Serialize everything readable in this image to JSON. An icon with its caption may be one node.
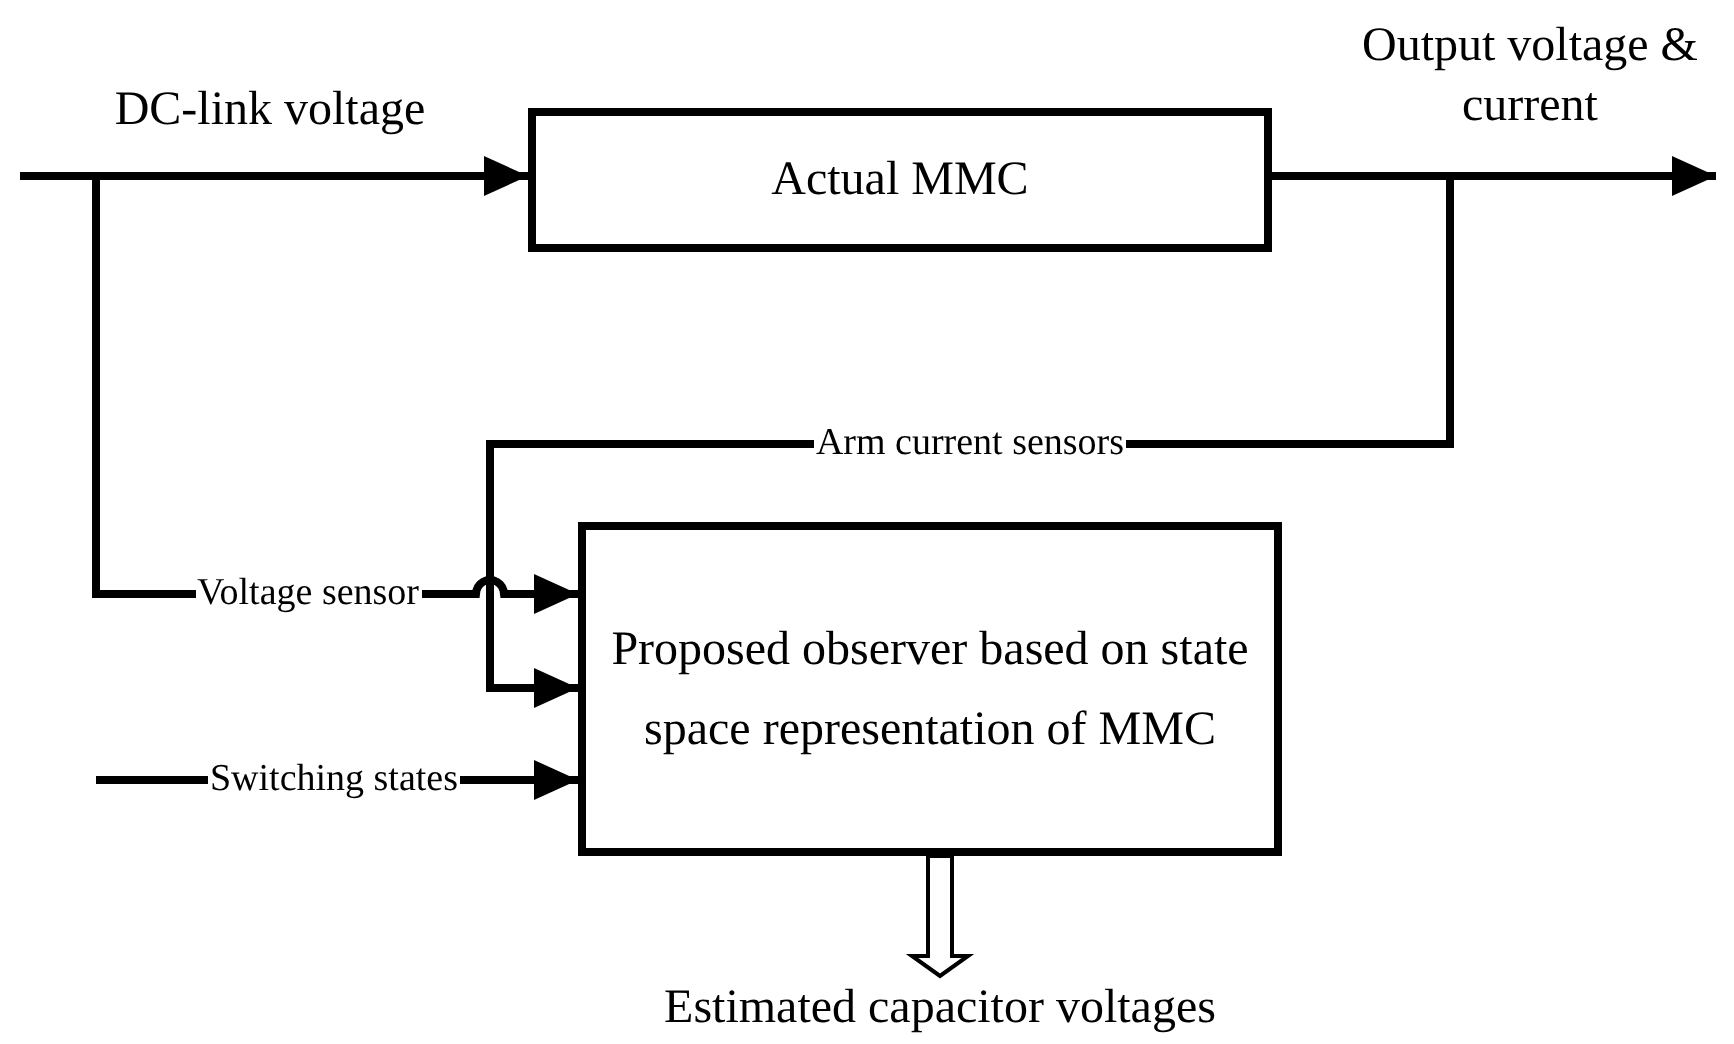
{
  "diagram": {
    "nodes": [
      {
        "text": [
          "Actual MMC"
        ]
      },
      {
        "text": [
          "Proposed observer based on state space representation of MMC"
        ]
      },
      {
        "text": [
          "Estimated capacitor voltages"
        ]
      }
    ],
    "edges": [
      {
        "from": null,
        "to": 0,
        "arrow": "to",
        "label": "DC-link voltage"
      },
      {
        "from": 0,
        "to": null,
        "arrow": "to",
        "label": "Output voltage & current"
      },
      {
        "from": null,
        "to": 1,
        "arrow": "to",
        "label": "Voltage sensor"
      },
      {
        "from": null,
        "to": 1,
        "arrow": "to",
        "label": "Arm current sensors"
      },
      {
        "from": null,
        "to": 1,
        "arrow": "to",
        "label": "Switching states"
      },
      {
        "from": 1,
        "to": 2,
        "arrow": "to",
        "style": "thick"
      }
    ]
  }
}
